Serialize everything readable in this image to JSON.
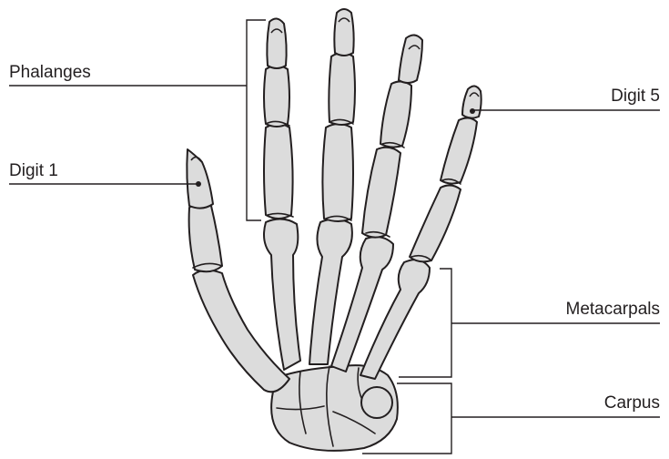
{
  "labels": {
    "phalanges": "Phalanges",
    "digit1": "Digit 1",
    "digit5": "Digit 5",
    "metacarpals": "Metacarpals",
    "carpus": "Carpus"
  },
  "colors": {
    "bone_fill": "#dcdcdc",
    "outline": "#231f20",
    "background": "#ffffff"
  }
}
